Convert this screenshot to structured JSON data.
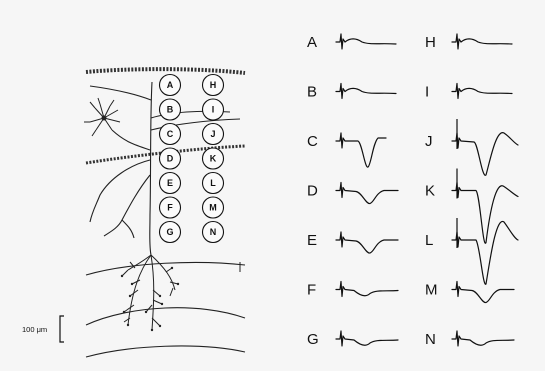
{
  "scale_bar": {
    "label": "100 μm"
  },
  "sites": {
    "col1": [
      "A",
      "B",
      "C",
      "D",
      "E",
      "F",
      "G"
    ],
    "col2": [
      "H",
      "I",
      "J",
      "K",
      "L",
      "M",
      "N"
    ]
  },
  "traces": [
    {
      "label": "A",
      "shape": "flat"
    },
    {
      "label": "B",
      "shape": "flat"
    },
    {
      "label": "C",
      "shape": "deep"
    },
    {
      "label": "D",
      "shape": "mid"
    },
    {
      "label": "E",
      "shape": "mid"
    },
    {
      "label": "F",
      "shape": "shallow"
    },
    {
      "label": "G",
      "shape": "shallow"
    },
    {
      "label": "H",
      "shape": "flat"
    },
    {
      "label": "I",
      "shape": "flat"
    },
    {
      "label": "J",
      "shape": "bigdip"
    },
    {
      "label": "K",
      "shape": "huge"
    },
    {
      "label": "L",
      "shape": "huge2"
    },
    {
      "label": "M",
      "shape": "mid"
    },
    {
      "label": "N",
      "shape": "shallow"
    }
  ]
}
